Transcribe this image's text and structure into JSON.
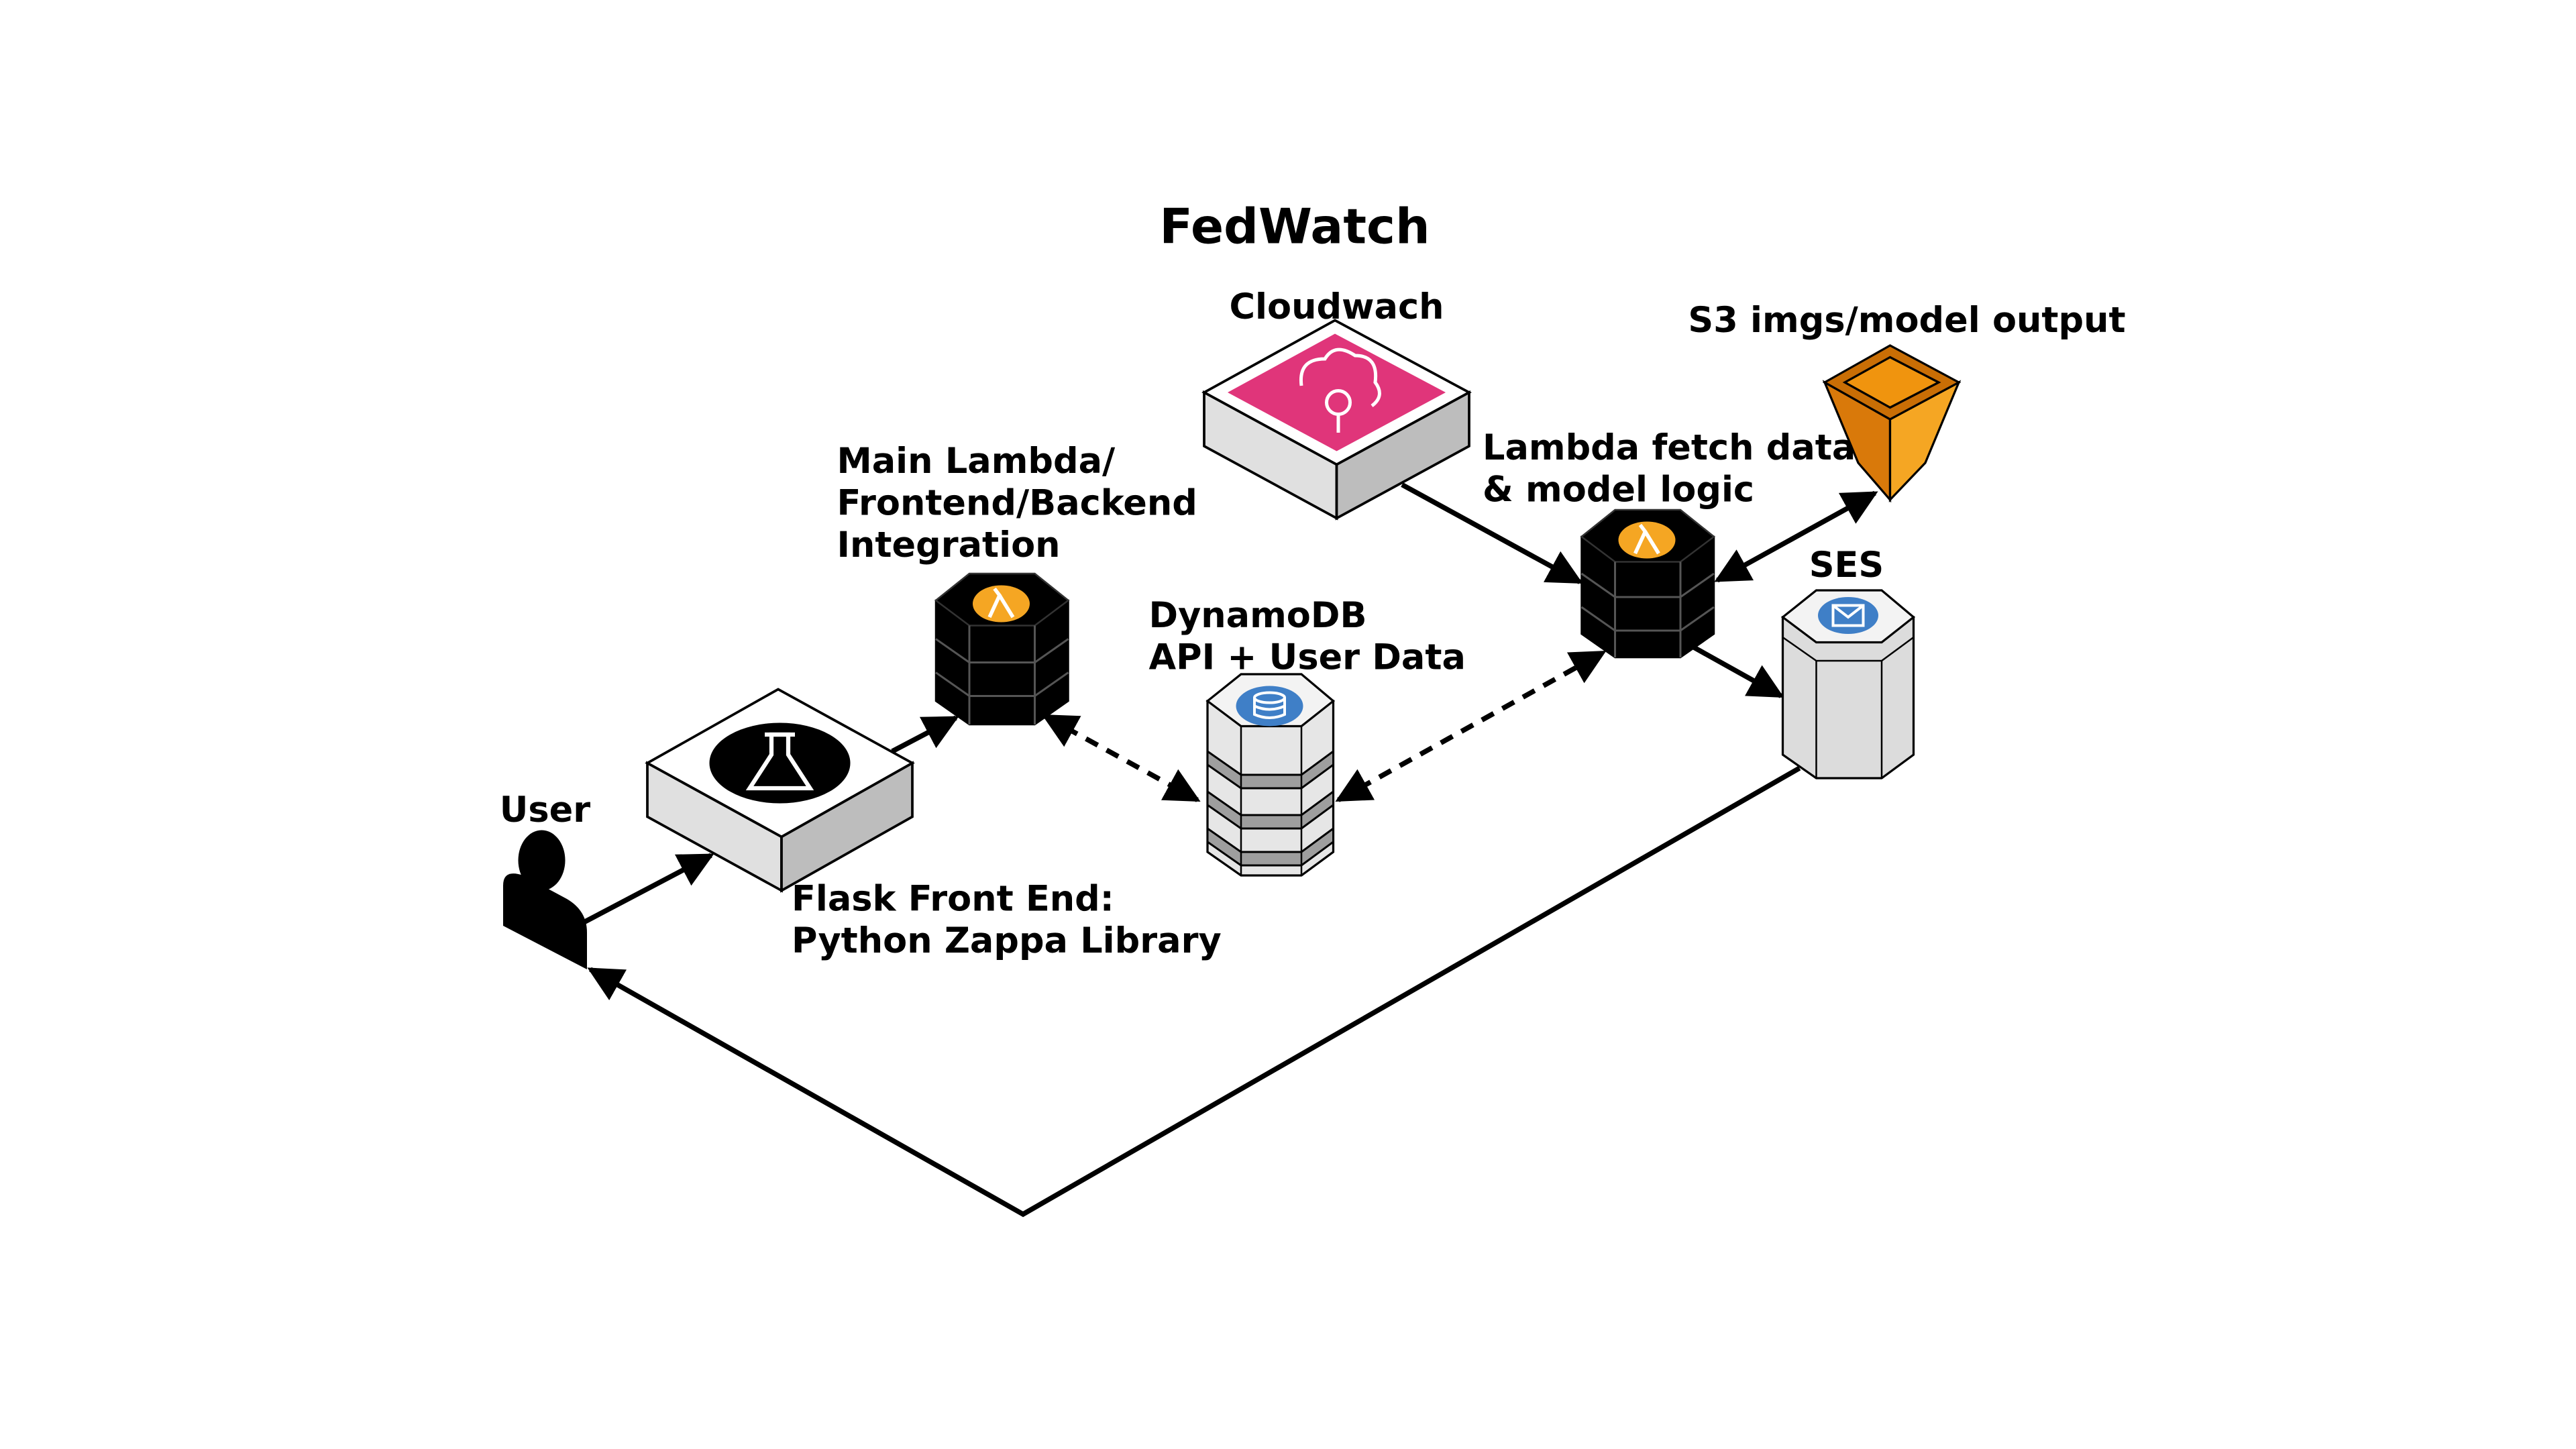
{
  "title": "FedWatch",
  "colors": {
    "cloudwatch_pink": "#e0357a",
    "lambda_orange": "#f5a623",
    "s3_orange": "#f0940e",
    "dynamo_blue": "#3f7fc7",
    "ses_blue": "#3f7fc7",
    "line": "#000000"
  },
  "nodes": {
    "user": {
      "label": "User",
      "icon": "user-icon"
    },
    "flask": {
      "label_lines": [
        "Flask Front End:",
        "Python Zappa Library"
      ],
      "icon": "flask-icon"
    },
    "main_lambda": {
      "label_lines": [
        "Main Lambda/",
        "Frontend/Backend",
        "Integration"
      ],
      "icon": "lambda-icon"
    },
    "dynamodb": {
      "label_lines": [
        "DynamoDB",
        "API + User Data"
      ],
      "icon": "dynamodb-icon"
    },
    "cloudwatch": {
      "label": "Cloudwach",
      "icon": "cloudwatch-icon"
    },
    "lambda_fetch": {
      "label_lines": [
        "Lambda fetch data",
        "& model logic"
      ],
      "icon": "lambda-icon"
    },
    "s3": {
      "label": "S3 imgs/model output",
      "icon": "s3-bucket-icon"
    },
    "ses": {
      "label": "SES",
      "icon": "ses-icon"
    }
  },
  "edges": [
    {
      "from": "user",
      "to": "flask",
      "style": "solid",
      "direction": "forward"
    },
    {
      "from": "flask",
      "to": "main_lambda",
      "style": "solid",
      "direction": "forward"
    },
    {
      "from": "main_lambda",
      "to": "dynamodb",
      "style": "dashed",
      "direction": "both"
    },
    {
      "from": "dynamodb",
      "to": "lambda_fetch",
      "style": "dashed",
      "direction": "both"
    },
    {
      "from": "cloudwatch",
      "to": "lambda_fetch",
      "style": "solid",
      "direction": "forward"
    },
    {
      "from": "lambda_fetch",
      "to": "s3",
      "style": "solid",
      "direction": "both"
    },
    {
      "from": "lambda_fetch",
      "to": "ses",
      "style": "solid",
      "direction": "forward"
    },
    {
      "from": "ses",
      "to": "user",
      "style": "solid",
      "direction": "forward"
    }
  ]
}
